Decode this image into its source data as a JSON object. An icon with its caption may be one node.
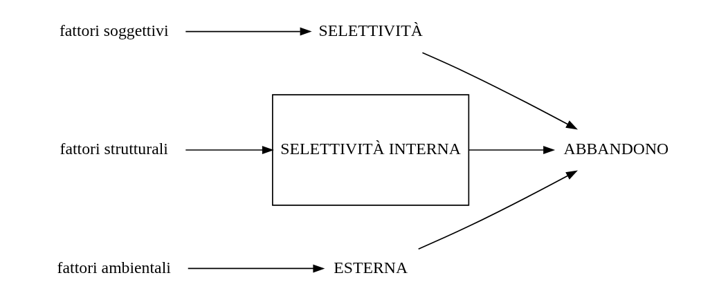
{
  "diagram": {
    "nodes": [
      {
        "text": [
          "fattori soggettivi"
        ]
      },
      {
        "text": [
          "SELETTIVITÀ"
        ]
      },
      {
        "text": [
          "fattori strutturali"
        ]
      },
      {
        "text": [
          "SELETTIVITÀ INTERNA"
        ]
      },
      {
        "text": [
          "fattori ambientali"
        ]
      },
      {
        "text": [
          "ESTERNA"
        ]
      },
      {
        "text": [
          "ABBANDONO"
        ]
      }
    ],
    "edges": [
      {
        "from": 0,
        "to": 1,
        "arrow": "to"
      },
      {
        "from": 2,
        "to": 3,
        "arrow": "to"
      },
      {
        "from": 4,
        "to": 5,
        "arrow": "to"
      },
      {
        "from": 1,
        "to": 6,
        "arrow": "to"
      },
      {
        "from": 3,
        "to": 6,
        "arrow": "to"
      },
      {
        "from": 5,
        "to": 6,
        "arrow": "to"
      }
    ]
  }
}
